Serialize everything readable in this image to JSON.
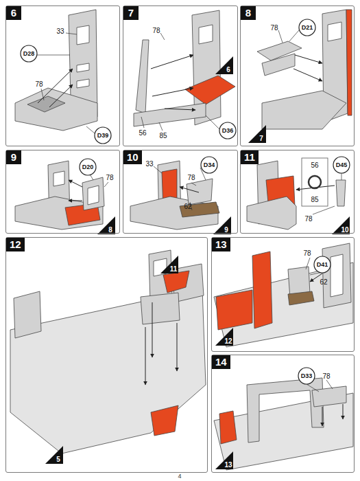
{
  "diagram": {
    "nodes": [
      {
        "text": [
          "6"
        ]
      },
      {
        "text": [
          "D28"
        ],
        "in": 0
      },
      {
        "text": [
          "D39"
        ],
        "in": 0
      },
      {
        "text": [
          "7"
        ]
      },
      {
        "text": [
          "D36"
        ],
        "in": 3
      },
      {
        "text": [
          "8"
        ]
      },
      {
        "text": [
          "D21"
        ],
        "in": 5
      },
      {
        "text": [
          "9"
        ]
      },
      {
        "text": [
          "D20"
        ],
        "in": 7
      },
      {
        "text": [
          "10"
        ]
      },
      {
        "text": [
          "D34"
        ],
        "in": 9
      },
      {
        "text": [
          "11"
        ]
      },
      {
        "text": [
          "D45"
        ],
        "in": 11
      },
      {
        "text": [
          "12"
        ]
      },
      {
        "text": [
          "13"
        ]
      },
      {
        "text": [
          "D41"
        ],
        "in": 14
      },
      {
        "text": [
          "14"
        ]
      },
      {
        "text": [
          "D33"
        ],
        "in": 16
      }
    ],
    "labels": [
      "33",
      "78",
      "78",
      "6",
      "56",
      "85",
      "78",
      "7",
      "78",
      "8",
      "33",
      "78",
      "62",
      "9",
      "56",
      "85",
      "78",
      "10",
      "11",
      "5",
      "78",
      "62",
      "12",
      "78",
      "13",
      "4"
    ]
  }
}
